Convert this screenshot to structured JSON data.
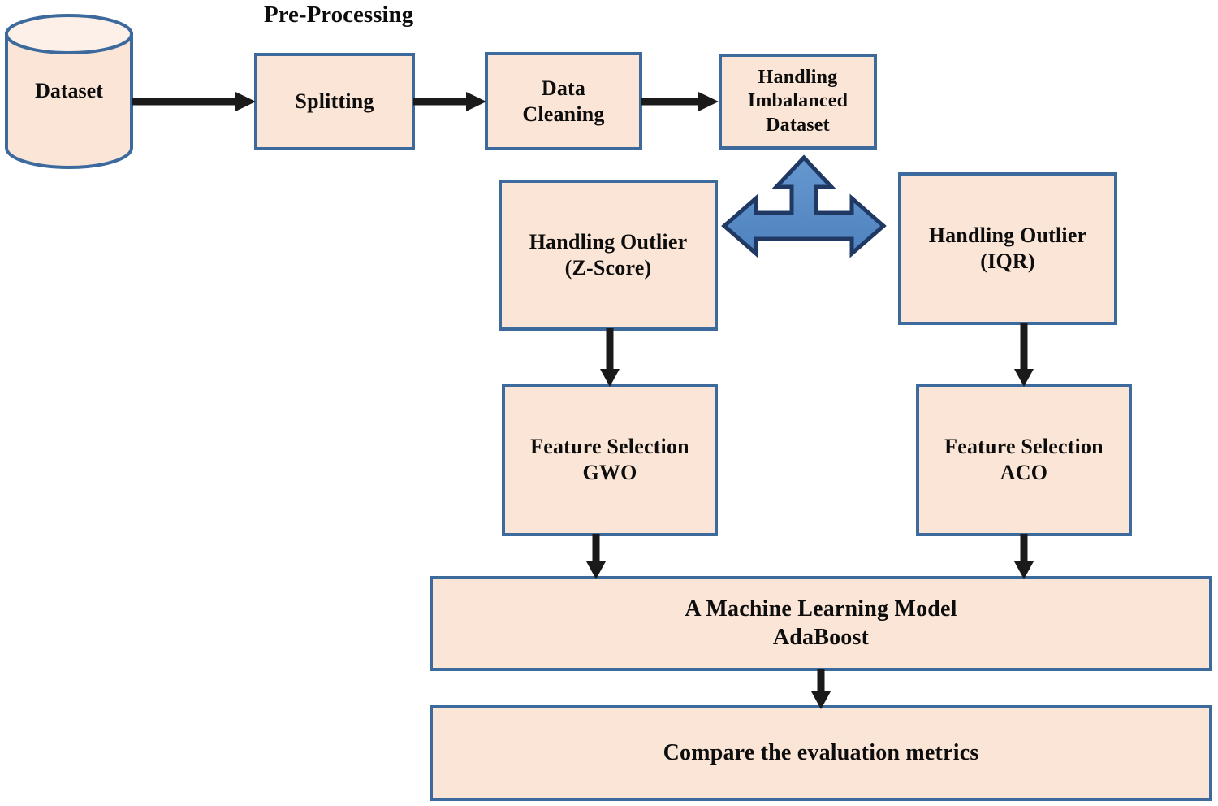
{
  "diagram": {
    "title": "Pre-Processing",
    "colors": {
      "node_fill": "#FBE5D6",
      "node_border": "#3D6A9C",
      "arrow_black": "#1A1A1A",
      "arrow_blue_fill": "#5B8FC9",
      "arrow_blue_border": "#1F3864",
      "text": "#0D0D0D",
      "background": "#FFFFFF"
    },
    "nodes": {
      "dataset": {
        "label": "Dataset",
        "shape": "cylinder"
      },
      "splitting": {
        "label": "Splitting",
        "shape": "rect"
      },
      "data_cleaning": {
        "line1": "Data",
        "line2": "Cleaning",
        "shape": "rect"
      },
      "handling_imbalanced": {
        "line1": "Handling",
        "line2": "Imbalanced",
        "line3": "Dataset",
        "shape": "rect"
      },
      "outlier_zscore": {
        "line1": "Handling Outlier",
        "line2": "(Z-Score)",
        "shape": "rect"
      },
      "outlier_iqr": {
        "line1": "Handling Outlier",
        "line2": "(IQR)",
        "shape": "rect"
      },
      "feature_selection_gwo": {
        "line1": "Feature Selection",
        "line2": "GWO",
        "shape": "rect"
      },
      "feature_selection_aco": {
        "line1": "Feature Selection",
        "line2": "ACO",
        "shape": "rect"
      },
      "ml_model": {
        "line1": "A Machine Learning Model",
        "line2": "AdaBoost",
        "shape": "rect"
      },
      "compare": {
        "label": "Compare the evaluation metrics",
        "shape": "rect"
      }
    },
    "connectors": [
      {
        "name": "dataset-to-splitting",
        "from": "dataset",
        "to": "splitting",
        "direction": "right",
        "style": "solid-arrow"
      },
      {
        "name": "splitting-to-data-cleaning",
        "from": "splitting",
        "to": "data_cleaning",
        "direction": "right",
        "style": "solid-arrow"
      },
      {
        "name": "data-cleaning-to-handling-imbalanced",
        "from": "data_cleaning",
        "to": "handling_imbalanced",
        "direction": "right",
        "style": "solid-arrow"
      },
      {
        "name": "three-way-blue-arrow",
        "from": "outlier_zscore",
        "to": "handling_imbalanced",
        "direction": "left-right-up",
        "style": "blue-block-arrow"
      },
      {
        "name": "zscore-to-gwo",
        "from": "outlier_zscore",
        "to": "feature_selection_gwo",
        "direction": "down",
        "style": "solid-arrow"
      },
      {
        "name": "iqr-to-aco",
        "from": "outlier_iqr",
        "to": "feature_selection_aco",
        "direction": "down",
        "style": "solid-arrow"
      },
      {
        "name": "gwo-to-ml-model",
        "from": "feature_selection_gwo",
        "to": "ml_model",
        "direction": "down",
        "style": "solid-arrow"
      },
      {
        "name": "aco-to-ml-model",
        "from": "feature_selection_aco",
        "to": "ml_model",
        "direction": "down",
        "style": "solid-arrow"
      },
      {
        "name": "ml-model-to-compare",
        "from": "ml_model",
        "to": "compare",
        "direction": "down",
        "style": "solid-arrow"
      }
    ]
  }
}
